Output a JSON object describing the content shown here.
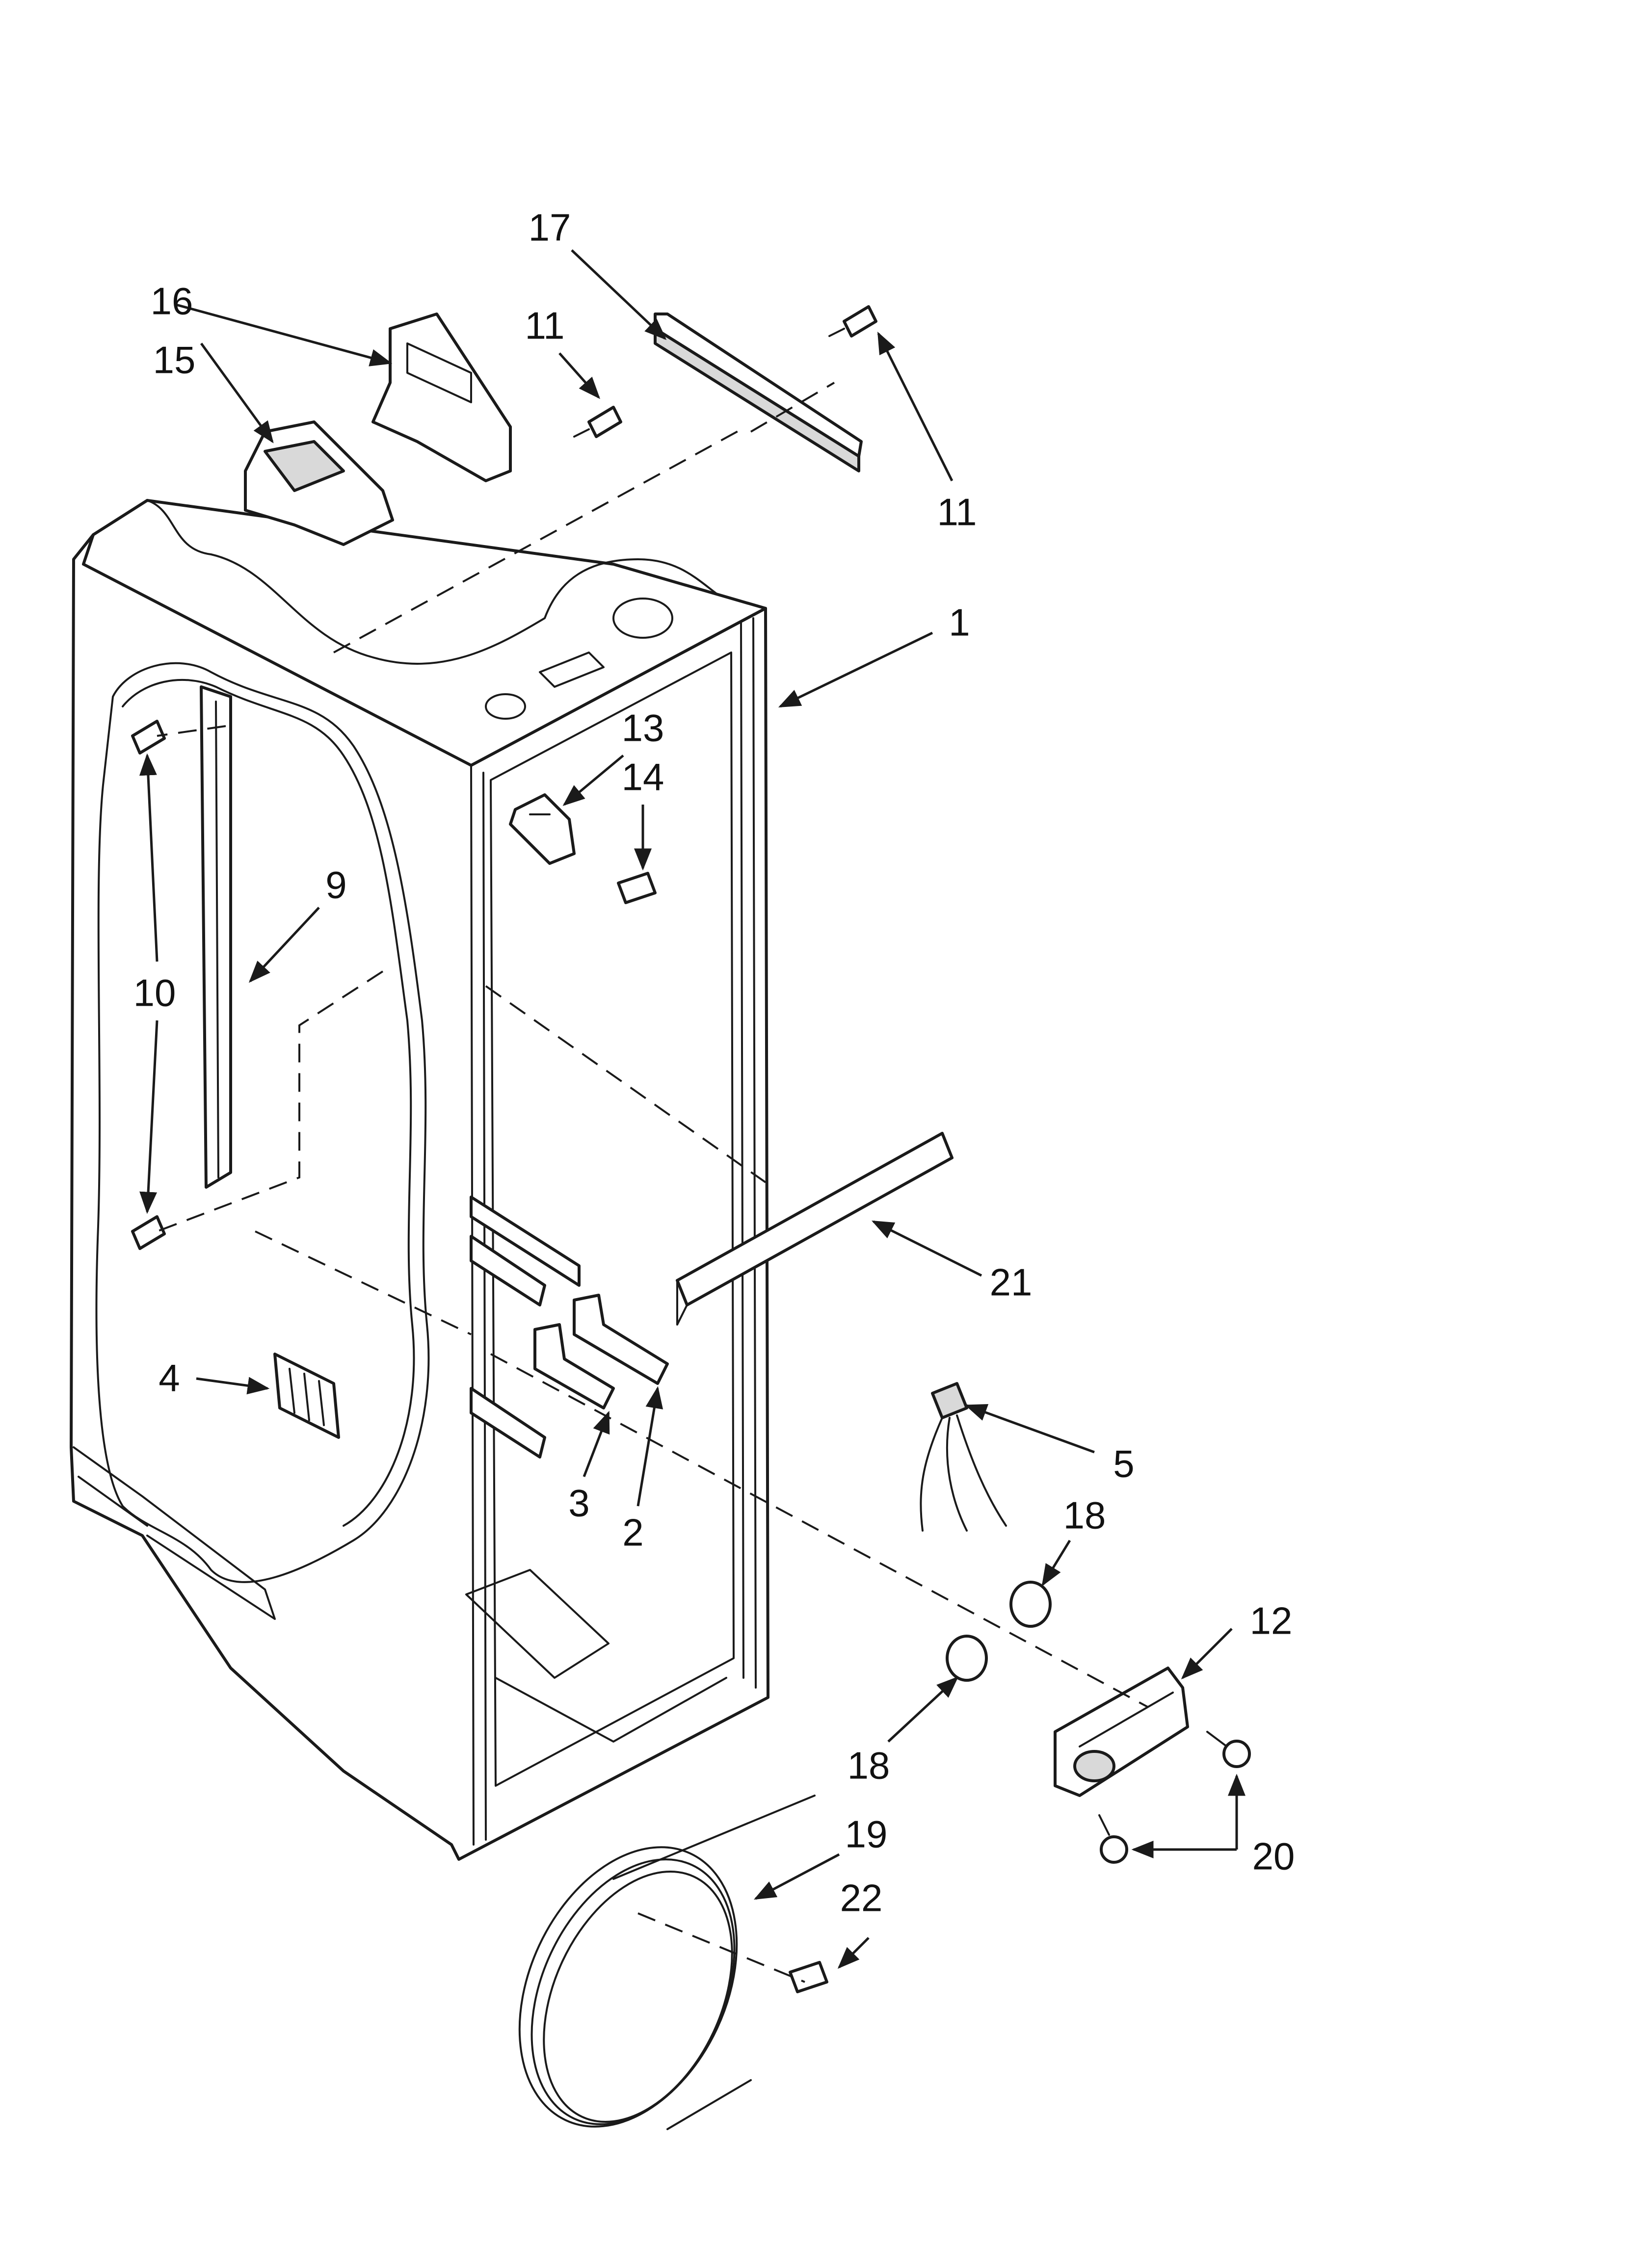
{
  "callouts": [
    {
      "id": "c17",
      "label": "17"
    },
    {
      "id": "c16",
      "label": "16"
    },
    {
      "id": "c11a",
      "label": "11"
    },
    {
      "id": "c15",
      "label": "15"
    },
    {
      "id": "c11b",
      "label": "11"
    },
    {
      "id": "c1",
      "label": "1"
    },
    {
      "id": "c13",
      "label": "13"
    },
    {
      "id": "c14",
      "label": "14"
    },
    {
      "id": "c9",
      "label": "9"
    },
    {
      "id": "c10",
      "label": "10"
    },
    {
      "id": "c21",
      "label": "21"
    },
    {
      "id": "c4",
      "label": "4"
    },
    {
      "id": "c5",
      "label": "5"
    },
    {
      "id": "c3",
      "label": "3"
    },
    {
      "id": "c2",
      "label": "2"
    },
    {
      "id": "c18a",
      "label": "18"
    },
    {
      "id": "c12",
      "label": "12"
    },
    {
      "id": "c18b",
      "label": "18"
    },
    {
      "id": "c19",
      "label": "19"
    },
    {
      "id": "c20",
      "label": "20"
    },
    {
      "id": "c22",
      "label": "22"
    }
  ]
}
